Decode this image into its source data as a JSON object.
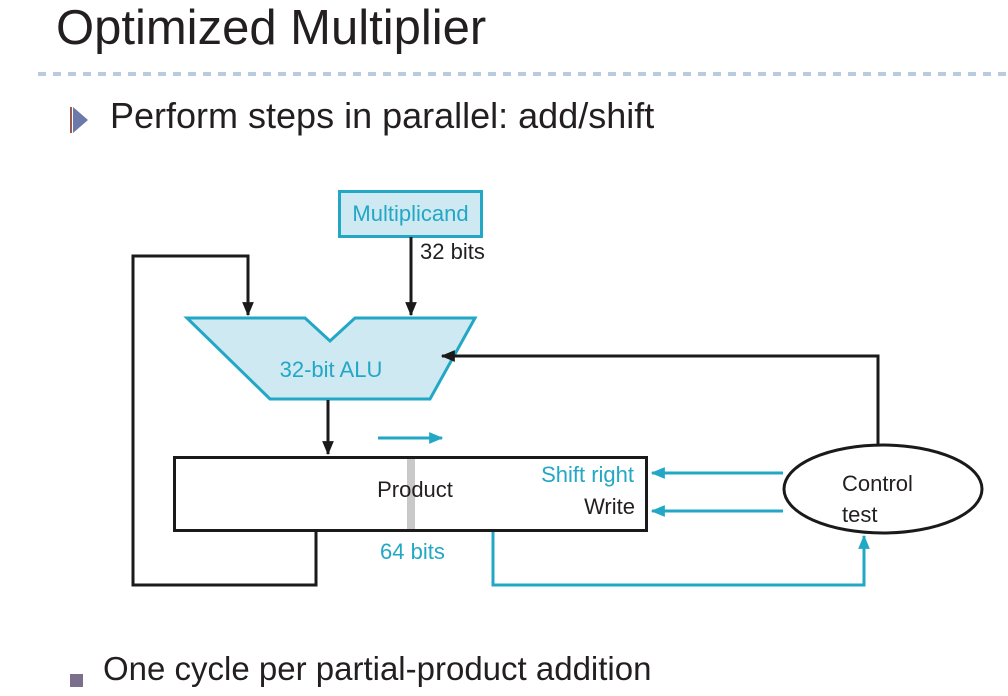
{
  "slide": {
    "title": "Optimized Multiplier",
    "bullets": [
      {
        "icon": "triangle",
        "text": "Perform steps in parallel: add/shift"
      },
      {
        "icon": "square",
        "text": "One cycle per partial-product addition"
      }
    ]
  },
  "diagram": {
    "multiplicand": "Multiplicand",
    "multiplicand_width": "32 bits",
    "alu": "32-bit ALU",
    "product": "Product",
    "shift_right": "Shift right",
    "write": "Write",
    "product_width": "64 bits",
    "control": "Control",
    "control_test": "test"
  },
  "colors": {
    "accent": "#22a7c5",
    "shape_fill": "#cfe9f2",
    "line_black": "#1a1a1a",
    "text_black": "#231f20",
    "divider_gray": "#c9c9c9",
    "dashed_rule": "#b9cbdf",
    "triangle_bullet": "#6b79ab",
    "square_bullet": "#7b6f8d",
    "register_fill": "#ffffff"
  }
}
